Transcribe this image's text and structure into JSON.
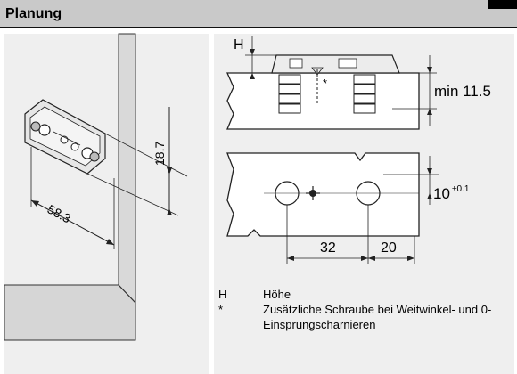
{
  "header": {
    "title": "Planung"
  },
  "iso_figure": {
    "dim_height": "18.7",
    "dim_width": "58.3"
  },
  "side_figure": {
    "label_h": "H",
    "label_star": "*",
    "dim_min": "min 11.5"
  },
  "top_figure": {
    "dim_tol_value": "10",
    "dim_tol_sup": "±0.1",
    "dim_32": "32",
    "dim_20": "20"
  },
  "legend": {
    "items": [
      {
        "key": "H",
        "value": "Höhe"
      },
      {
        "key": "*",
        "value": "Zusätzliche Schraube bei Weitwinkel- und 0-Einsprungscharnieren"
      }
    ]
  },
  "colors": {
    "header_bg": "#c9c9c9",
    "panel_bg": "#efefef",
    "wall_gray": "#dcdcdc"
  }
}
